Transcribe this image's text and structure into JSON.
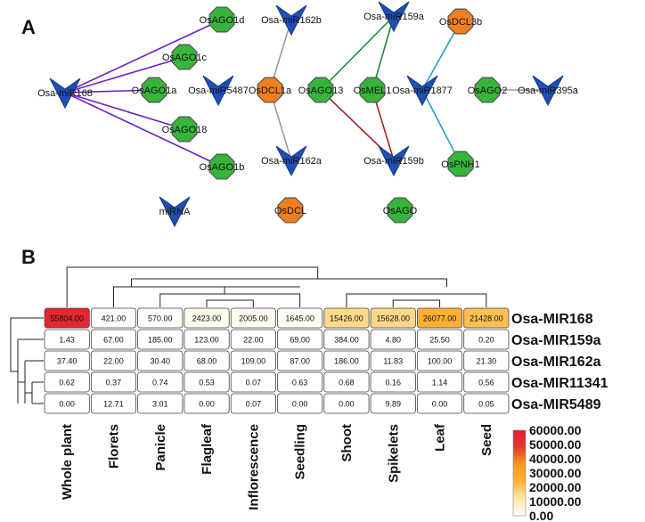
{
  "panel_a": {
    "label": "A",
    "colors": {
      "mirna": "#1f4fb5",
      "dcl": "#f07f1f",
      "ago": "#35b53a",
      "ago1": "#6a22c8",
      "dcl1": "#9a9a9a",
      "mir159a": "#1f8a3e",
      "mir159b": "#a02424",
      "dcl3b": "#24a4c8"
    },
    "legend": {
      "mirna": "miRNA",
      "dcl": "OsDCL",
      "ago": "OsAGO"
    },
    "nodes": [
      {
        "id": "OsAGO1d",
        "type": "ago"
      },
      {
        "id": "OsAGO1c",
        "type": "ago"
      },
      {
        "id": "Osa-miR168",
        "type": "mirna"
      },
      {
        "id": "OsAGO1a",
        "type": "ago"
      },
      {
        "id": "Osa-miR5487",
        "type": "mirna"
      },
      {
        "id": "OsAGO18",
        "type": "ago"
      },
      {
        "id": "OsAGO1b",
        "type": "ago"
      },
      {
        "id": "Osa-miR162b",
        "type": "mirna"
      },
      {
        "id": "OsDCL1a",
        "type": "dcl"
      },
      {
        "id": "Osa-miR162a",
        "type": "mirna"
      },
      {
        "id": "OsAGO13",
        "type": "ago"
      },
      {
        "id": "Osa-miR159a",
        "type": "mirna"
      },
      {
        "id": "OsMEL1",
        "type": "ago"
      },
      {
        "id": "Osa-miR159b",
        "type": "mirna"
      },
      {
        "id": "OsDCL3b",
        "type": "dcl"
      },
      {
        "id": "Osa-miR1877",
        "type": "mirna"
      },
      {
        "id": "OsPNH1",
        "type": "ago"
      },
      {
        "id": "OsAGO2",
        "type": "ago"
      },
      {
        "id": "Osa-miR395a",
        "type": "mirna"
      }
    ],
    "edges": [
      {
        "from": "Osa-miR168",
        "to": "OsAGO1d",
        "color": "ago1"
      },
      {
        "from": "Osa-miR168",
        "to": "OsAGO1c",
        "color": "ago1"
      },
      {
        "from": "Osa-miR168",
        "to": "OsAGO1a",
        "color": "ago1"
      },
      {
        "from": "Osa-miR168",
        "to": "OsAGO18",
        "color": "ago1"
      },
      {
        "from": "Osa-miR168",
        "to": "OsAGO1b",
        "color": "ago1"
      },
      {
        "from": "OsDCL1a",
        "to": "Osa-miR162b",
        "color": "dcl1"
      },
      {
        "from": "OsDCL1a",
        "to": "Osa-miR162a",
        "color": "dcl1"
      },
      {
        "from": "Osa-miR159a",
        "to": "OsAGO13",
        "color": "mir159a"
      },
      {
        "from": "Osa-miR159a",
        "to": "OsMEL1",
        "color": "mir159a"
      },
      {
        "from": "Osa-miR159b",
        "to": "OsAGO13",
        "color": "mir159b"
      },
      {
        "from": "Osa-miR159b",
        "to": "OsMEL1",
        "color": "mir159b"
      },
      {
        "from": "OsDCL3b",
        "to": "Osa-miR1877",
        "color": "dcl3b"
      },
      {
        "from": "Osa-miR1877",
        "to": "OsPNH1",
        "color": "dcl3b"
      },
      {
        "from": "OsAGO2",
        "to": "Osa-miR395a",
        "color": "dcl1"
      }
    ]
  },
  "panel_b": {
    "label": "B",
    "columns": [
      "Whole plant",
      "Florets",
      "Panicle",
      "Flagleaf",
      "Inflorescence",
      "Seedling",
      "Shoot",
      "Spikelets",
      "Leaf",
      "Seed"
    ],
    "rows": [
      "Osa-MIR168",
      "Osa-MIR159a",
      "Osa-MIR162a",
      "Osa-MIR11341",
      "Osa-MIR5489"
    ],
    "values": [
      [
        "55804.00",
        "421.00",
        "570.00",
        "2423.00",
        "2005.00",
        "1645.00",
        "15426.00",
        "15628.00",
        "26077.00",
        "21428.00"
      ],
      [
        "1.43",
        "67.00",
        "185.00",
        "123.00",
        "22.00",
        "69.00",
        "384.00",
        "4.80",
        "25.50",
        "0.20"
      ],
      [
        "37.40",
        "22.00",
        "30.40",
        "68.00",
        "109.00",
        "87.00",
        "186.00",
        "11.83",
        "100.00",
        "21.30"
      ],
      [
        "0.62",
        "0.37",
        "0.74",
        "0.53",
        "0.07",
        "0.63",
        "0.68",
        "0.16",
        "1.14",
        "0.56"
      ],
      [
        "0.00",
        "12.71",
        "3.01",
        "0.00",
        "0.07",
        "0.00",
        "0.00",
        "9.89",
        "0.00",
        "0.05"
      ]
    ],
    "scale": {
      "ticks": [
        "60000.00",
        "50000.00",
        "40000.00",
        "30000.00",
        "20000.00",
        "10000.00",
        "0.00"
      ],
      "min": 0,
      "max": 60000,
      "colors": [
        "#ffffff",
        "#ffe9a8",
        "#ffb43a",
        "#f59a16",
        "#e63b2e",
        "#e31a33"
      ]
    }
  }
}
